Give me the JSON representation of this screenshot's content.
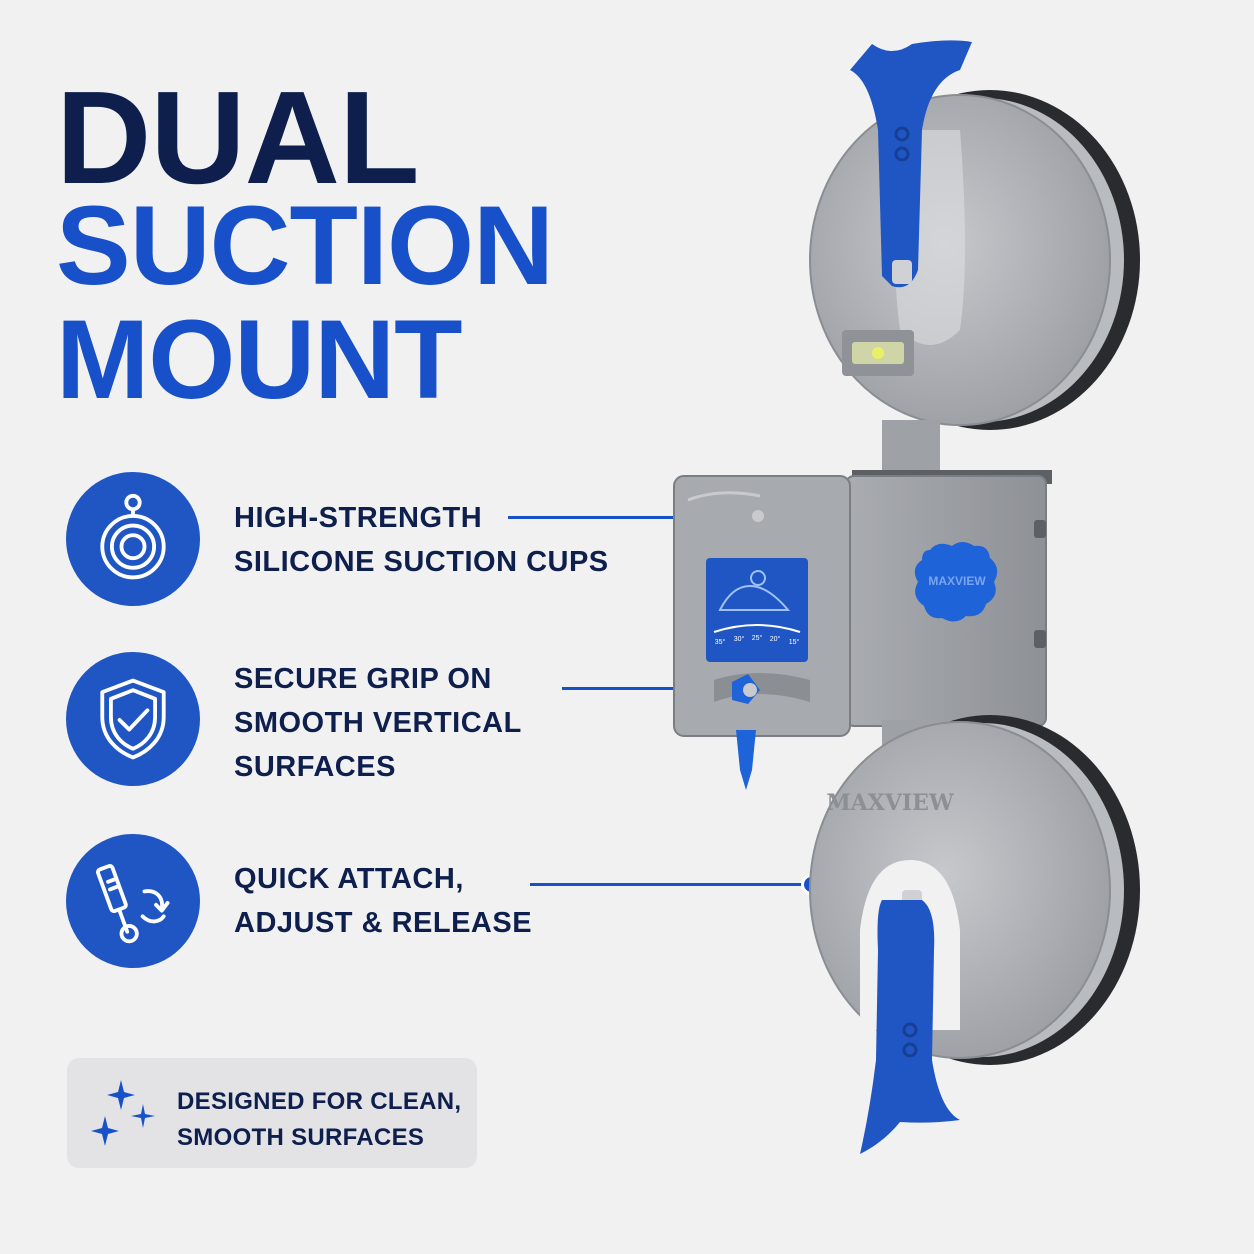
{
  "headline": {
    "line1": "DUAL",
    "line2": "SUCTION",
    "line3": "MOUNT"
  },
  "colors": {
    "navy": "#0e1f4d",
    "brand_blue": "#1750c8",
    "circle_blue": "#1f56c3",
    "background": "#f1f1f1",
    "device_gray": "#a3a6ab"
  },
  "features": [
    {
      "icon": "suction-cup-icon",
      "line1": "HIGH-STRENGTH",
      "line2": "SILICONE SUCTION CUPS"
    },
    {
      "icon": "shield-check-icon",
      "line1": "SECURE GRIP ON",
      "line2": "SMOOTH VERTICAL",
      "line3": "SURFACES"
    },
    {
      "icon": "lever-release-icon",
      "line1": "QUICK ATTACH,",
      "line2": "ADJUST & RELEASE"
    }
  ],
  "note": {
    "icon": "sparkles-icon",
    "line1": "DESIGNED FOR CLEAN,",
    "line2": "SMOOTH SURFACES"
  },
  "product": {
    "brand_top": "MAXVIEW",
    "brand_knob": "MAXVIEW",
    "angle_ticks": [
      "35°",
      "30°",
      "25°",
      "20°",
      "15°"
    ]
  }
}
